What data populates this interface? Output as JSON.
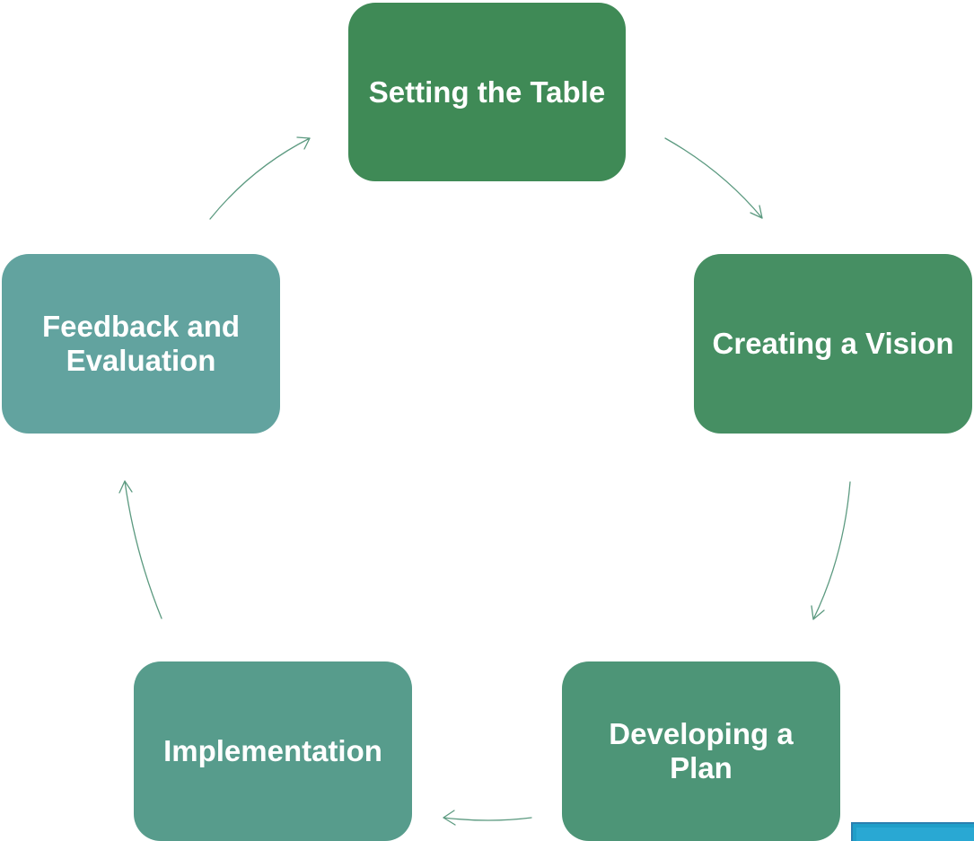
{
  "diagram": {
    "nodes": [
      {
        "id": "n1",
        "label": "Setting the Table",
        "color": "#3f8a56"
      },
      {
        "id": "n2",
        "label": "Creating a Vision",
        "color": "#468f63"
      },
      {
        "id": "n3",
        "label": "Developing a Plan",
        "color": "#4d9577"
      },
      {
        "id": "n4",
        "label": "Implementation",
        "color": "#579c8c"
      },
      {
        "id": "n5",
        "label": "Feedback and Evaluation",
        "color": "#62a39f"
      }
    ],
    "arrow_color": "#5c9a80",
    "flow": [
      "n1",
      "n2",
      "n3",
      "n4",
      "n5",
      "n1"
    ]
  }
}
